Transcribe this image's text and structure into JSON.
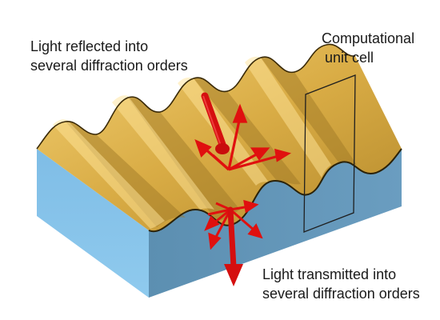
{
  "labels": {
    "reflected": [
      "Light reflected into",
      "several diffraction orders"
    ],
    "unit_cell": [
      "Computational",
      "unit cell"
    ],
    "transmitted": [
      "Light transmitted into",
      "several diffraction orders"
    ]
  },
  "colors": {
    "background": "#ffffff",
    "grating_gold": "#d9b149",
    "grating_gold_dark": "#8a6a1c",
    "substrate_front": "#86c3ea",
    "substrate_side": "#5e93b6",
    "arrow_red": "#e0100f",
    "arrow_red_dark": "#a30a0a",
    "cell_outline": "#1f1f1f"
  },
  "icons": {
    "reflected_rays": "red-arrow-fan-icon",
    "transmitted_rays": "red-arrow-fan-icon"
  }
}
